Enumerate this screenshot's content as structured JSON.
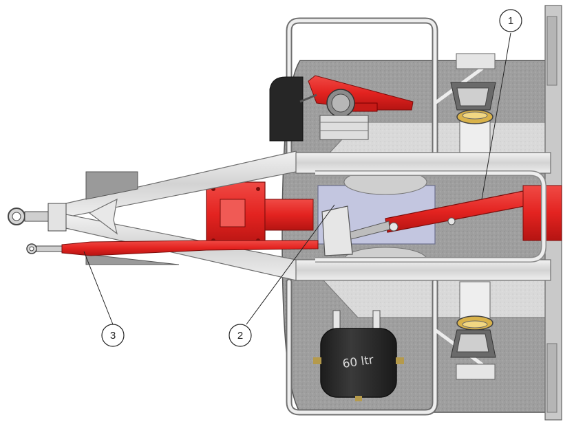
{
  "diagram": {
    "callouts": [
      {
        "label": "1"
      },
      {
        "label": "2"
      },
      {
        "label": "3"
      }
    ],
    "tank_label": "60 ltr",
    "colors": {
      "frame": "#e4e4e4",
      "frame_edge": "#6d6d6d",
      "body": "#a9a9a9",
      "hydraulic": "#e32320",
      "tank": "#2b2b2b",
      "blue_plate": "#c3c6e0"
    }
  }
}
